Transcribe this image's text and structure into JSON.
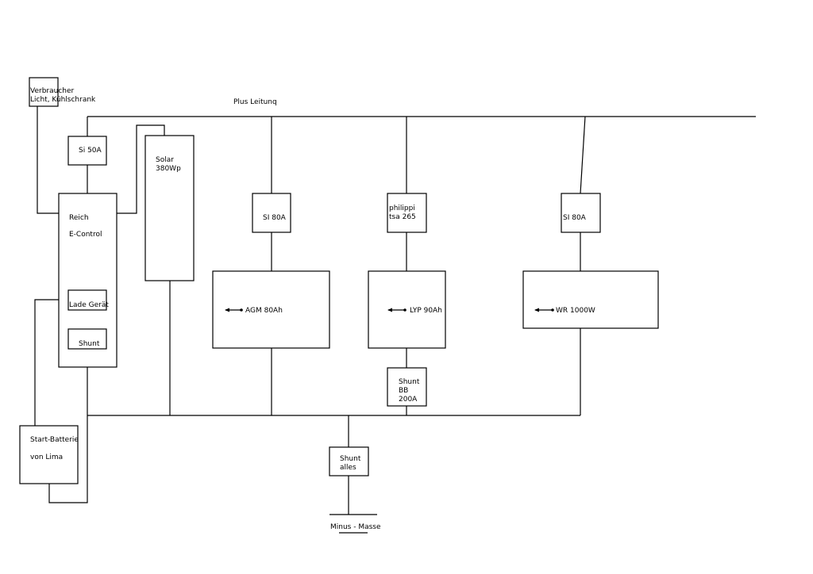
{
  "labels": {
    "plus_line": "Plus Leitunq",
    "consumer_line1": "Verbraucher",
    "consumer_line2": "Licht, Kühlschrank",
    "fuse_50": "Si 50A",
    "controller_line1": "Reich",
    "controller_line2": "E-Control",
    "charger": "Lade Gerät",
    "controller_shunt": "Shunt",
    "solar_line1": "Solar",
    "solar_line2": "380Wp",
    "fuse_agm": "SI 80A",
    "agm_battery": "AGM 80Ah",
    "fuse_lyp_line1": "philippi",
    "fuse_lyp_line2": "tsa 265",
    "lyp_battery": "LYP 90Ah",
    "shunt_bb_line1": "Shunt",
    "shunt_bb_line2": "BB",
    "shunt_bb_line3": "200A",
    "fuse_inverter": "SI 80A",
    "inverter": "WR 1000W",
    "start_battery_line1": "Start-Batterie",
    "start_battery_line2": "von Lima",
    "shunt_all_line1": "Shunt",
    "shunt_all_line2": "alles",
    "ground": "Minus - Masse"
  }
}
